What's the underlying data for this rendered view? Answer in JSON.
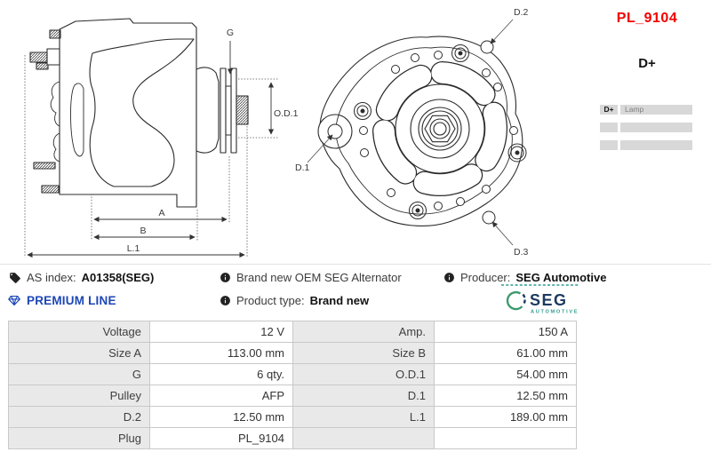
{
  "header": {
    "part_code": "PL_9104",
    "connector_label": "D+",
    "pin_table": {
      "rows": [
        {
          "pin": "D+",
          "function": "Lamp"
        },
        {
          "pin": "",
          "function": ""
        },
        {
          "pin": "",
          "function": ""
        }
      ]
    }
  },
  "drawings": {
    "side_view": {
      "labels": {
        "g": "G",
        "od1": "O.D.1",
        "a": "A",
        "b": "B",
        "l1": "L.1"
      }
    },
    "front_view": {
      "labels": {
        "d1": "D.1",
        "d2": "D.2",
        "d3": "D.3"
      }
    }
  },
  "info_bar": {
    "as_index": {
      "label": "AS index:",
      "value": "A01358(SEG)"
    },
    "premium_line": "PREMIUM LINE",
    "description": "Brand new OEM SEG Alternator",
    "product_type": {
      "label": "Product type:",
      "value": "Brand new"
    },
    "producer": {
      "label": "Producer:",
      "value": "SEG Automotive"
    },
    "seg_logo": {
      "name": "SEG",
      "sub": "AUTOMOTIVE"
    }
  },
  "spec_table": {
    "rows": [
      [
        "Voltage",
        "12 V",
        "Amp.",
        "150 A"
      ],
      [
        "Size A",
        "113.00 mm",
        "Size B",
        "61.00 mm"
      ],
      [
        "G",
        "6 qty.",
        "O.D.1",
        "54.00 mm"
      ],
      [
        "Pulley",
        "AFP",
        "D.1",
        "12.50 mm"
      ],
      [
        "D.2",
        "12.50 mm",
        "L.1",
        "189.00 mm"
      ],
      [
        "Plug",
        "PL_9104",
        "",
        ""
      ]
    ]
  },
  "colors": {
    "part_code_red": "#f20000",
    "premium_blue": "#1c47b5",
    "seg_navy": "#1d3a5f",
    "seg_teal": "#2e9c8e",
    "table_label_gray": "#e9e9e9",
    "mini_cell_gray": "#d8d8d8",
    "drawing_line": "#2b2b2b"
  }
}
